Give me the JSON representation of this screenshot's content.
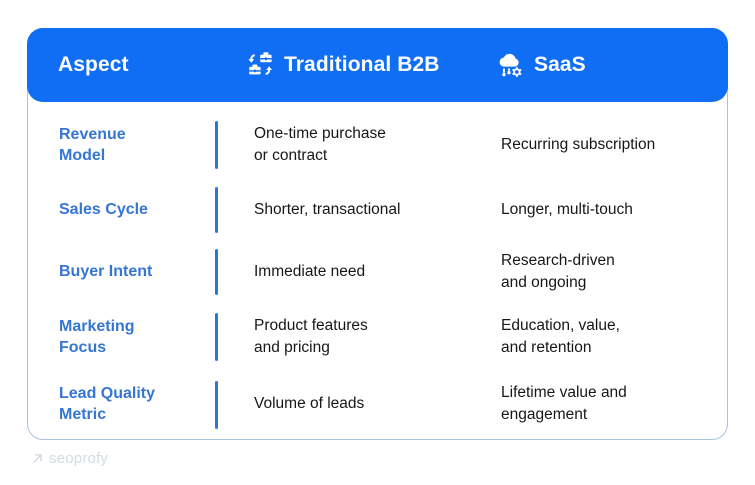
{
  "colors": {
    "header_bg": "#0f6ef4",
    "aspect_label": "#3576d4",
    "divider": "#2f75d8",
    "body_text": "#171717",
    "card_border": "#a9c2e0",
    "brand_text": "#d3dbe4"
  },
  "table": {
    "headers": [
      {
        "label": "Aspect",
        "icon": ""
      },
      {
        "label": "Traditional B2B",
        "icon": "briefcase-exchange-icon"
      },
      {
        "label": "SaaS",
        "icon": "cloud-gear-icon"
      }
    ],
    "rows": [
      {
        "aspect": "Revenue\nModel",
        "traditional_b2b": "One-time purchase\nor contract",
        "saas": "Recurring subscription"
      },
      {
        "aspect": "Sales Cycle",
        "traditional_b2b": "Shorter, transactional",
        "saas": "Longer, multi-touch"
      },
      {
        "aspect": "Buyer Intent",
        "traditional_b2b": "Immediate need",
        "saas": "Research-driven\nand ongoing"
      },
      {
        "aspect": "Marketing\nFocus",
        "traditional_b2b": "Product features\nand pricing",
        "saas": "Education, value,\nand retention"
      },
      {
        "aspect": "Lead Quality\nMetric",
        "traditional_b2b": "Volume of leads",
        "saas": "Lifetime value and\nengagement"
      }
    ]
  },
  "brand": {
    "name": "seoprofy",
    "icon": "arrow-up-right-icon"
  }
}
